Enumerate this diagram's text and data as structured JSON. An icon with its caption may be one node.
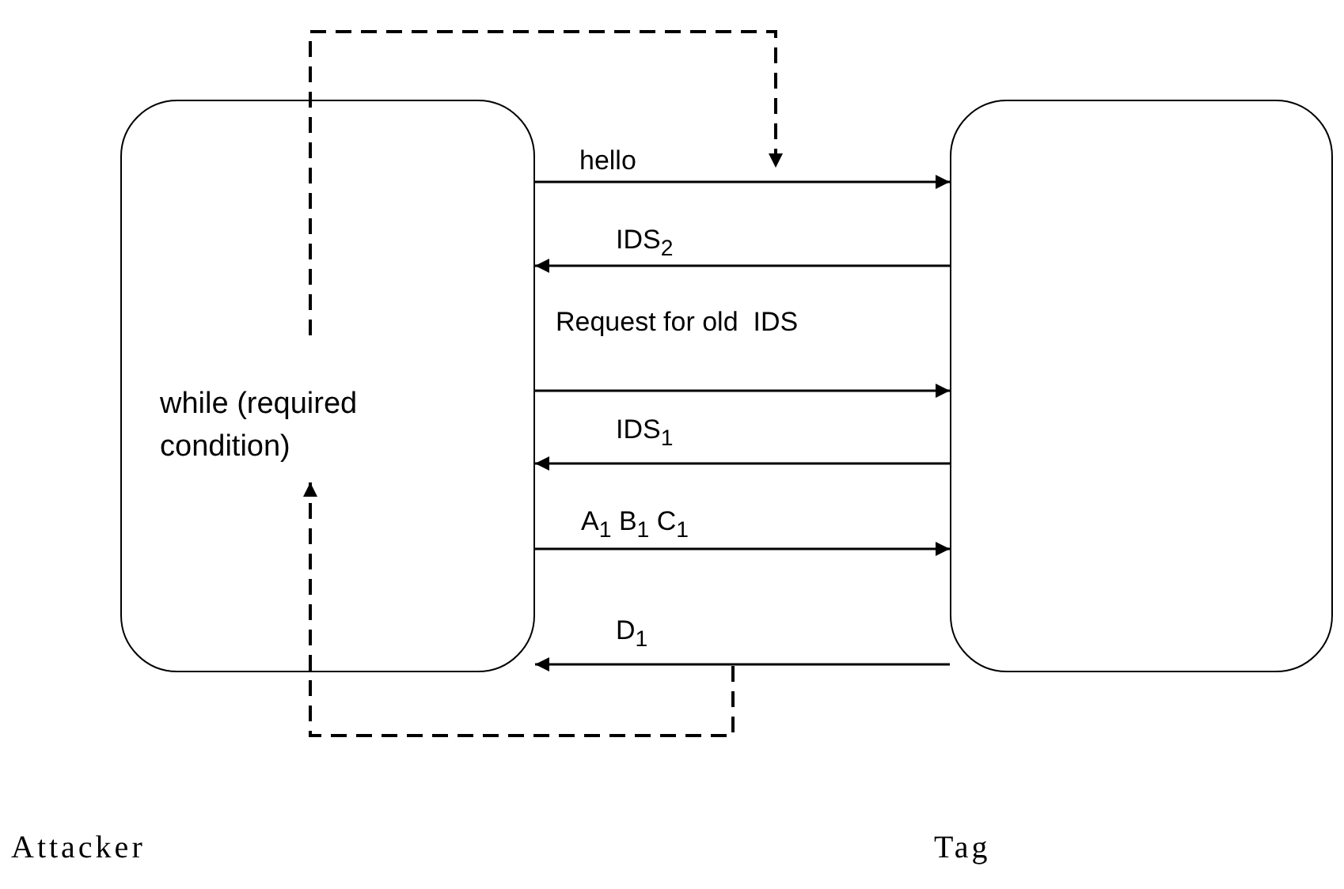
{
  "diagram": {
    "nodes": [
      {
        "text": [
          "while (required condition)"
        ]
      },
      {
        "text": [],
        "shape": "box"
      }
    ],
    "labels": [
      "Attacker",
      "Tag"
    ],
    "edges": [
      {
        "from": 0,
        "to": 1,
        "arrow": "to",
        "label": "hello"
      },
      {
        "from": 1,
        "to": 0,
        "arrow": "to",
        "label": "IDS$_{2}$"
      },
      {
        "from": 0,
        "to": 1,
        "arrow": "to",
        "label": "Request for old  IDS"
      },
      {
        "from": 1,
        "to": 0,
        "arrow": "to",
        "label": "IDS$_{1}$"
      },
      {
        "from": 0,
        "to": 1,
        "arrow": "to",
        "label": "A$_{1}$ B$_{1}$ C$_{1}$"
      },
      {
        "from": 1,
        "to": 0,
        "arrow": "to",
        "label": "D$_{1}$"
      },
      {
        "from": 0,
        "to": null,
        "arrow": "to",
        "style": "dashed"
      },
      {
        "from": null,
        "to": 0,
        "arrow": "to",
        "style": "dashed"
      }
    ]
  }
}
